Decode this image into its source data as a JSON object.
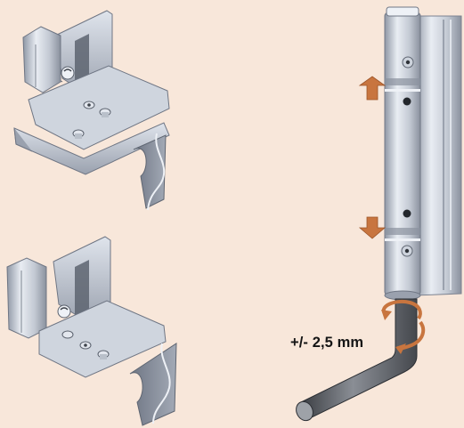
{
  "labels": {
    "adjustment": "+/- 2,5 mm"
  },
  "colors": {
    "background": "#f8e7da",
    "arrow": "#c8753f",
    "steel_light": "#dfe4ec",
    "steel_mid": "#a9b0bd",
    "steel_dark": "#6f7684",
    "wrench": "#56595e"
  },
  "parts": [
    {
      "name": "hinge-bracket-top",
      "icon": "bracket-icon"
    },
    {
      "name": "hinge-bracket-bottom",
      "icon": "bracket-icon"
    },
    {
      "name": "door-hinge",
      "icon": "hinge-icon"
    },
    {
      "name": "allen-key",
      "icon": "allen-key-icon"
    }
  ]
}
